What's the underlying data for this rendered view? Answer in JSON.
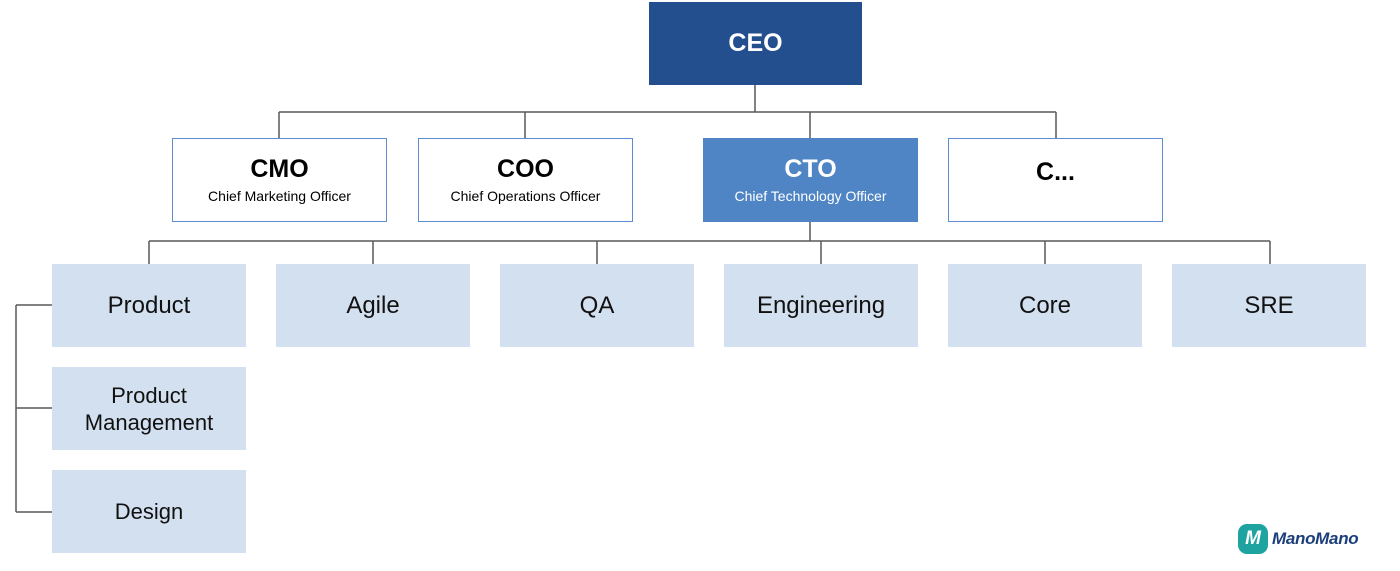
{
  "colors": {
    "ceo_fill": "#234f8e",
    "exec_border": "#5b8bd1",
    "active_fill": "#4f85c4",
    "team_fill": "#d3e0f0",
    "connector": "#595959",
    "logo_mark": "#1fa3a0",
    "logo_text": "#1b3f7a"
  },
  "ceo": {
    "label": "CEO"
  },
  "executives": [
    {
      "abbr": "CMO",
      "title": "Chief Marketing Officer"
    },
    {
      "abbr": "COO",
      "title": "Chief Operations Officer"
    },
    {
      "abbr": "CTO",
      "title": "Chief Technology Officer",
      "highlighted": true
    },
    {
      "abbr": "C...",
      "title": ""
    }
  ],
  "teams": [
    {
      "label": "Product"
    },
    {
      "label": "Agile"
    },
    {
      "label": "QA"
    },
    {
      "label": "Engineering"
    },
    {
      "label": "Core"
    },
    {
      "label": "SRE"
    }
  ],
  "product_subteams": [
    {
      "line1": "Product",
      "line2": "Management"
    },
    {
      "line1": "Design",
      "line2": ""
    }
  ],
  "logo": {
    "mark_letter": "M",
    "text": "ManoMano",
    "icon": "manomano-logo-icon"
  }
}
